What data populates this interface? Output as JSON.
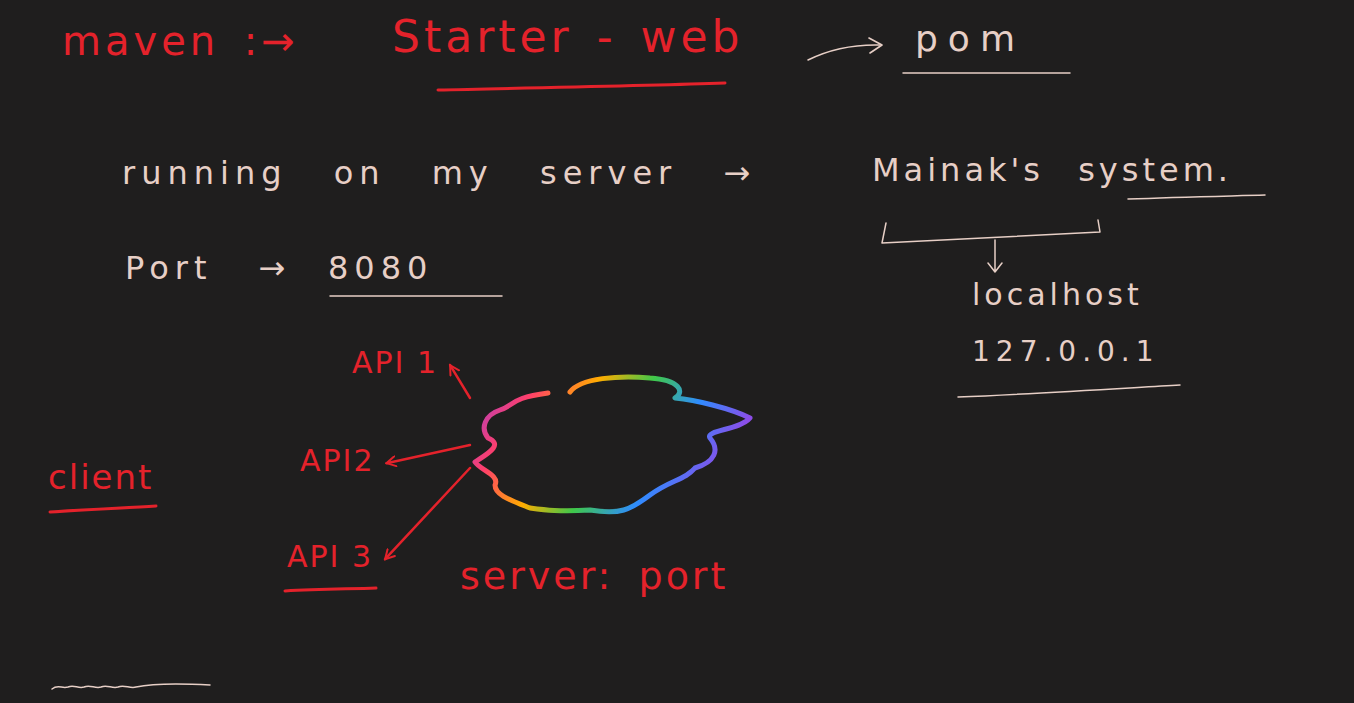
{
  "diagram": {
    "nodes": [
      {
        "text": [
          "API 1"
        ]
      },
      {
        "text": [
          "server: port"
        ]
      },
      {
        "text": [
          "API2"
        ]
      },
      {
        "text": [
          "API 3"
        ]
      }
    ],
    "edges": [
      {
        "from": 1,
        "to": 0,
        "arrow": "to"
      },
      {
        "from": 1,
        "to": 2,
        "arrow": "to"
      },
      {
        "from": 1,
        "to": 3,
        "arrow": "to"
      }
    ],
    "labels": [
      "maven :→",
      "Starter - web",
      "pom",
      "running on my server →",
      "Mainak's system.",
      "Port →",
      "8080",
      "localhost",
      "127.0.0.1",
      "client"
    ]
  }
}
